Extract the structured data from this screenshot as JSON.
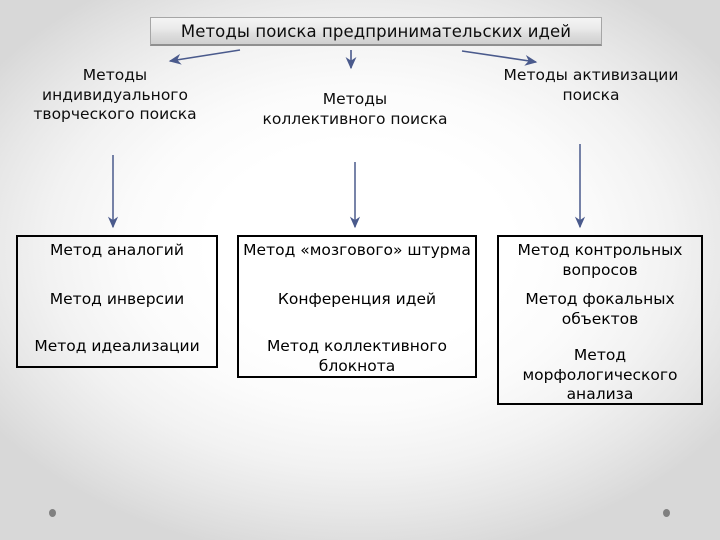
{
  "slide": {
    "title": "Методы поиска предпринимательских идей",
    "accent_color": "#4a5a8c",
    "box_border_color": "#000000",
    "background_edge_color": "#dcdcdc",
    "title_fill_color": "#e3e3e3"
  },
  "columns": [
    {
      "id": "individual",
      "heading": "Методы индивидуального творческого поиска",
      "items": [
        "Метод аналогий",
        "Метод инверсии",
        "Метод идеализации"
      ]
    },
    {
      "id": "collective",
      "heading": "Методы коллективного поиска",
      "items": [
        "Метод «мозгового» штурма",
        "Конференция идей",
        "Метод коллективного блокнота"
      ]
    },
    {
      "id": "activation",
      "heading": "Методы активизации поиска",
      "items": [
        "Метод контрольных вопросов",
        "Метод фокальных объектов",
        "Метод морфологического анализа"
      ]
    }
  ],
  "connectors": {
    "title_to_columns": [
      "arrow-left",
      "arrow-down-center",
      "arrow-right"
    ],
    "columns_to_boxes": [
      "arrow-down-left",
      "arrow-down-center",
      "arrow-down-right"
    ]
  },
  "decorations": {
    "dots": [
      "bullet-dot-left",
      "bullet-dot-right"
    ]
  }
}
